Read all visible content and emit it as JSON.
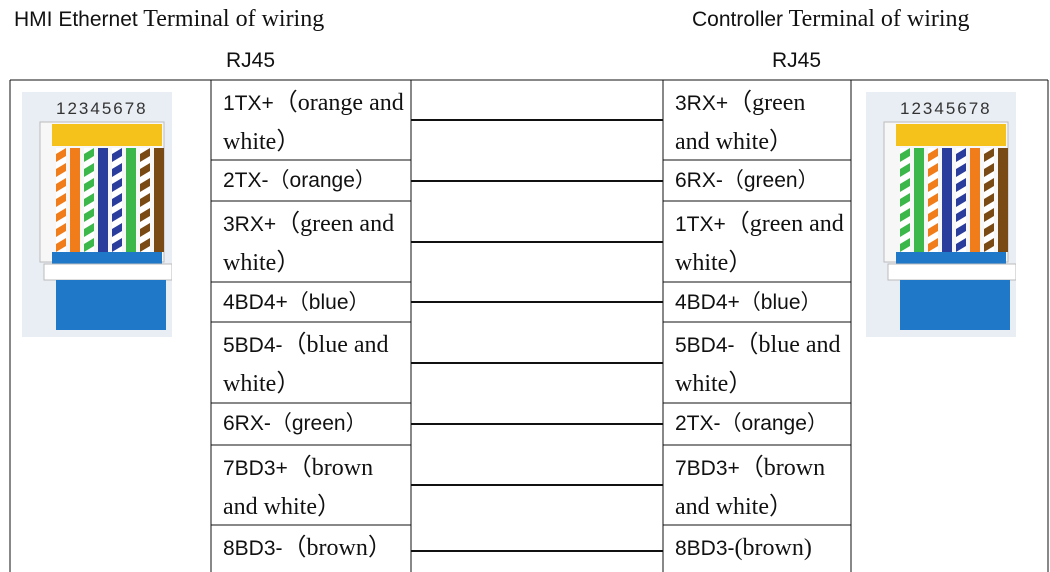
{
  "headers": {
    "left_bold": "HMI Ethernet",
    "left_rest": " Terminal of wiring",
    "right_bold": "Controller",
    "right_rest": " Terminal of wiring",
    "left_connector": "RJ45",
    "right_connector": "RJ45"
  },
  "left_plug": {
    "pin_numbers": "12345678",
    "wires": [
      "orange-white",
      "orange",
      "green-white",
      "blue",
      "blue-white",
      "green",
      "brown-white",
      "brown"
    ]
  },
  "right_plug": {
    "pin_numbers": "12345678",
    "wires": [
      "green-white",
      "green",
      "orange-white",
      "blue",
      "blue-white",
      "orange",
      "brown-white",
      "brown"
    ]
  },
  "left_pins": [
    {
      "code": "1TX+",
      "desc": "（orange and white）"
    },
    {
      "code": "2TX-",
      "desc": "（orange）"
    },
    {
      "code": "3RX+",
      "desc": "（green and white）"
    },
    {
      "code": "4BD4+",
      "desc": "（blue）"
    },
    {
      "code": "5BD4-",
      "desc": "（blue and white）"
    },
    {
      "code": "6RX-",
      "desc": "（green）"
    },
    {
      "code": "7BD3+",
      "desc": "（brown and white）"
    },
    {
      "code": "8BD3-",
      "desc": "（brown）"
    }
  ],
  "right_pins": [
    {
      "code": "3RX+",
      "desc": "（green and white）"
    },
    {
      "code": "6RX-",
      "desc": "（green）"
    },
    {
      "code": "1TX+",
      "desc": "（green and white）"
    },
    {
      "code": "4BD4+",
      "desc": "（blue）"
    },
    {
      "code": "5BD4-",
      "desc": "（blue and white）"
    },
    {
      "code": "2TX-",
      "desc": "（orange）"
    },
    {
      "code": "7BD3+",
      "desc": "（brown and white）"
    },
    {
      "code": "8BD3-",
      "desc": "(brown)"
    }
  ],
  "colors": {
    "orange": "#f07d1a",
    "green": "#3cb84a",
    "blue": "#2a3c9c",
    "brown": "#7a4a14",
    "pin_gold": "#f4c21a",
    "jacket": "#1f78c8",
    "line": "#111111"
  }
}
